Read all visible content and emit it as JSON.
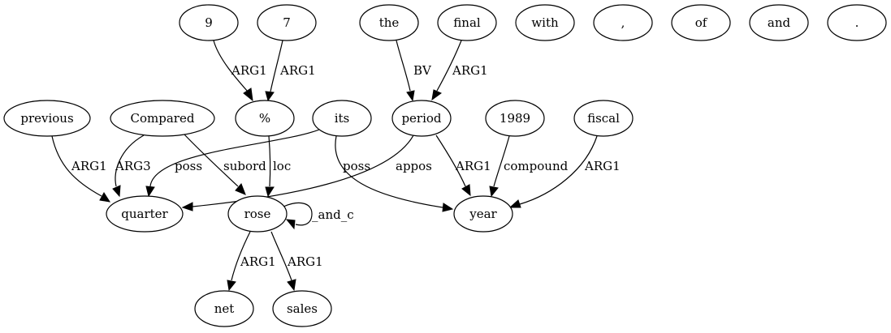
{
  "graph": {
    "nodes": [
      {
        "id": "n9",
        "label": "9"
      },
      {
        "id": "n7",
        "label": "7"
      },
      {
        "id": "the",
        "label": "the"
      },
      {
        "id": "final",
        "label": "final"
      },
      {
        "id": "with",
        "label": "with"
      },
      {
        "id": "comma",
        "label": ","
      },
      {
        "id": "of",
        "label": "of"
      },
      {
        "id": "and",
        "label": "and"
      },
      {
        "id": "period_tok",
        "label": "."
      },
      {
        "id": "previous",
        "label": "previous"
      },
      {
        "id": "compared",
        "label": "Compared"
      },
      {
        "id": "pct",
        "label": "%"
      },
      {
        "id": "its",
        "label": "its"
      },
      {
        "id": "period",
        "label": "period"
      },
      {
        "id": "y1989",
        "label": "1989"
      },
      {
        "id": "fiscal",
        "label": "fiscal"
      },
      {
        "id": "quarter",
        "label": "quarter"
      },
      {
        "id": "rose",
        "label": "rose"
      },
      {
        "id": "year",
        "label": "year"
      },
      {
        "id": "net",
        "label": "net"
      },
      {
        "id": "sales",
        "label": "sales"
      }
    ],
    "edges": [
      {
        "id": "e1",
        "from": "n9",
        "to": "pct",
        "label": "ARG1"
      },
      {
        "id": "e2",
        "from": "n7",
        "to": "pct",
        "label": "ARG1"
      },
      {
        "id": "e3",
        "from": "the",
        "to": "period",
        "label": "BV"
      },
      {
        "id": "e4",
        "from": "final",
        "to": "period",
        "label": "ARG1"
      },
      {
        "id": "e5",
        "from": "previous",
        "to": "quarter",
        "label": "ARG1"
      },
      {
        "id": "e6",
        "from": "compared",
        "to": "quarter",
        "label": "ARG3"
      },
      {
        "id": "e7",
        "from": "compared",
        "to": "rose",
        "label": "subord"
      },
      {
        "id": "e8",
        "from": "its",
        "to": "quarter",
        "label": "poss"
      },
      {
        "id": "e9",
        "from": "pct",
        "to": "rose",
        "label": "loc"
      },
      {
        "id": "e10",
        "from": "its",
        "to": "year",
        "label": "poss"
      },
      {
        "id": "e11",
        "from": "period",
        "to": "quarter",
        "label": "appos"
      },
      {
        "id": "e12",
        "from": "period",
        "to": "year",
        "label": "ARG1"
      },
      {
        "id": "e13",
        "from": "y1989",
        "to": "year",
        "label": "compound"
      },
      {
        "id": "e14",
        "from": "fiscal",
        "to": "year",
        "label": "ARG1"
      },
      {
        "id": "e15",
        "from": "rose",
        "to": "rose",
        "label": "_and_c"
      },
      {
        "id": "e16",
        "from": "rose",
        "to": "net",
        "label": "ARG1"
      },
      {
        "id": "e17",
        "from": "rose",
        "to": "sales",
        "label": "ARG1"
      }
    ]
  }
}
